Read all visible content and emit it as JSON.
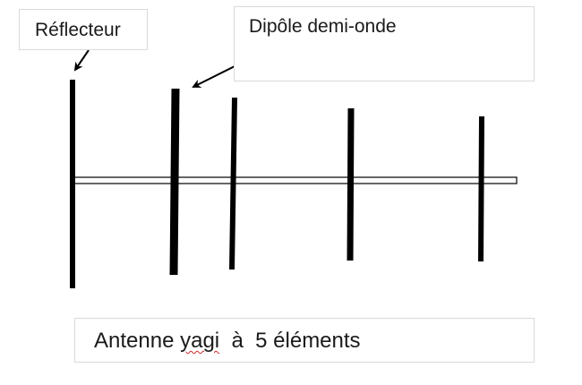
{
  "labels": {
    "reflector": "Réflecteur",
    "dipole": "Dipôle demi-onde"
  },
  "caption": {
    "prefix": "Antenne ",
    "flagged_word": "yagi",
    "suffix": "  à  5 éléments"
  },
  "colors": {
    "element": "#000000",
    "boom_fill": "#ffffff",
    "boom_stroke": "#000000",
    "spellcheck_underline": "#d42a2a"
  }
}
